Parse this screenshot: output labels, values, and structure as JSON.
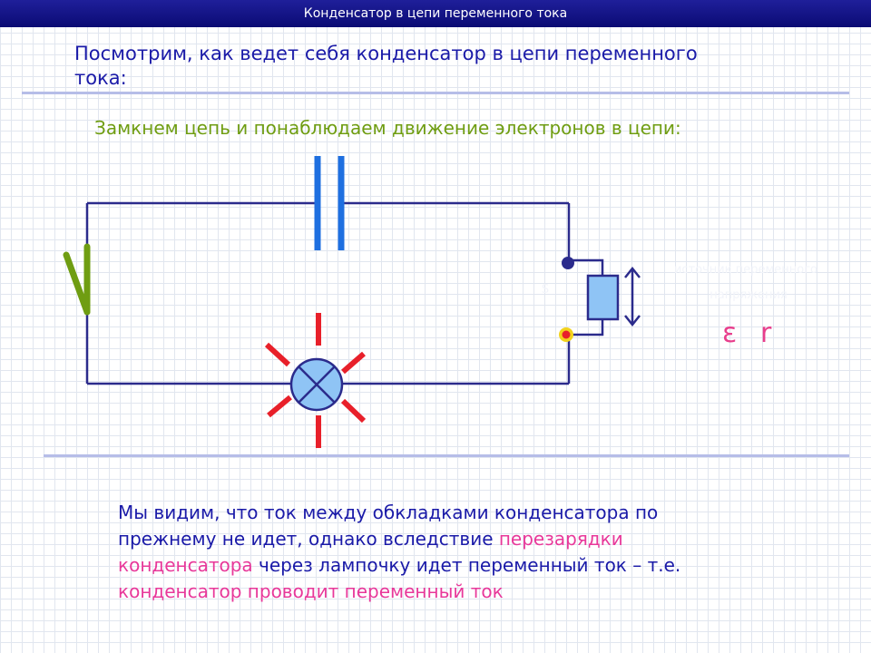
{
  "slide": {
    "title": "Конденсатор в цепи переменного тока",
    "heading_line1": "Посмотрим, как  ведет себя конденсатор в цепи переменного",
    "heading_line2": "тока:",
    "subheading": "Замкнем цепь и понаблюдаем движение электронов в цепи:"
  },
  "circuit": {
    "emf_symbol": "ε",
    "resistance_symbol": "r",
    "faded_label_1": "источник переменного",
    "faded_label_2": "напряжения",
    "faded_label_3": "S"
  },
  "conclusion": {
    "part1": " Мы видим, что ток между обкладками конденсатора по прежнему не идет, однако вследствие ",
    "part2": "перезарядки конденсатора",
    "part3": " через лампочку идет переменный ток – т.е. ",
    "part4": "конденсатор проводит переменный ток"
  },
  "colors": {
    "wire": "#2b2b8c",
    "capacitor": "#1e6fe0",
    "indicator": "#6f9d12",
    "bulb_rays": "#e8202a",
    "bulb_fill": "#8fc4f5",
    "highlight": "#e8389a",
    "text": "#1a1aa8"
  },
  "icons": {
    "lamp": "lamp-icon",
    "capacitor": "capacitor-icon",
    "resistor": "resistor-icon",
    "switch": "switch-icon",
    "double_arrow": "double-arrow-icon"
  }
}
